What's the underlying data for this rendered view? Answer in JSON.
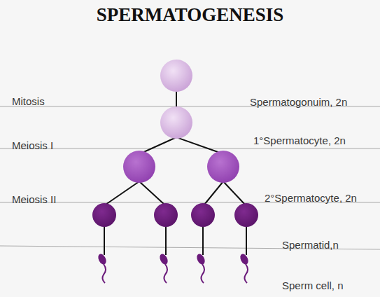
{
  "diagram": {
    "title": "SPERMATOGENESIS",
    "labels": [
      "Mitosis",
      "Spermatogonuim, 2n",
      "1°Spermatocyte, 2n",
      "Meiosis I",
      "2°Spermatocyte, 2n",
      "Meiosis II",
      "Spermatid,n",
      "Sperm cell, n"
    ]
  }
}
